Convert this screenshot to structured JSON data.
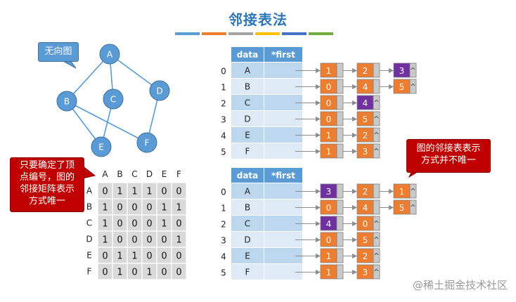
{
  "title": "邻接表法",
  "title_bar_colors": [
    "#5B9BD5",
    "#ED7D31",
    "#A5A5A5",
    "#FFC000",
    "#4472C4",
    "#70AD47"
  ],
  "colors": {
    "orange": "#ED7D31",
    "purple": "#7030A0",
    "blue": "#5B9BD5",
    "gray": "#C9C9C9",
    "header": "#5B9BD5",
    "row_light": "#DEEBF7",
    "red": "#C00000"
  },
  "callouts": {
    "undirected": "无向图",
    "unique": [
      "只要确定了顶",
      "点编号，图的",
      "邻接矩阵表示",
      "方式唯一"
    ],
    "not_unique": [
      "图的邻接表表示",
      "方式并不唯一"
    ]
  },
  "graph": {
    "nodes": [
      "A",
      "B",
      "C",
      "D",
      "E",
      "F"
    ],
    "edges": [
      [
        "A",
        "B"
      ],
      [
        "A",
        "C"
      ],
      [
        "A",
        "D"
      ],
      [
        "B",
        "E"
      ],
      [
        "B",
        "F"
      ],
      [
        "C",
        "E"
      ],
      [
        "D",
        "F"
      ]
    ]
  },
  "matrix": {
    "labels": [
      "A",
      "B",
      "C",
      "D",
      "E",
      "F"
    ],
    "rows": [
      [
        0,
        1,
        1,
        1,
        0,
        0
      ],
      [
        1,
        0,
        0,
        0,
        1,
        1
      ],
      [
        1,
        0,
        0,
        0,
        1,
        0
      ],
      [
        1,
        0,
        0,
        0,
        0,
        1
      ],
      [
        0,
        1,
        1,
        0,
        0,
        0
      ],
      [
        0,
        1,
        0,
        1,
        0,
        0
      ]
    ]
  },
  "adjacency_lists": [
    {
      "headers": [
        "data",
        "*first"
      ],
      "rows": [
        {
          "index": "0",
          "vertex": "A",
          "list": [
            {
              "v": "1",
              "c": "orange"
            },
            {
              "v": "2",
              "c": "orange"
            },
            {
              "v": "3",
              "c": "purple"
            }
          ]
        },
        {
          "index": "1",
          "vertex": "B",
          "list": [
            {
              "v": "0",
              "c": "orange"
            },
            {
              "v": "4",
              "c": "orange"
            },
            {
              "v": "5",
              "c": "orange"
            }
          ]
        },
        {
          "index": "2",
          "vertex": "C",
          "list": [
            {
              "v": "0",
              "c": "orange"
            },
            {
              "v": "4",
              "c": "purple"
            }
          ]
        },
        {
          "index": "3",
          "vertex": "D",
          "list": [
            {
              "v": "0",
              "c": "orange"
            },
            {
              "v": "5",
              "c": "orange"
            }
          ]
        },
        {
          "index": "4",
          "vertex": "E",
          "list": [
            {
              "v": "1",
              "c": "orange"
            },
            {
              "v": "2",
              "c": "orange"
            }
          ]
        },
        {
          "index": "5",
          "vertex": "F",
          "list": [
            {
              "v": "1",
              "c": "orange"
            },
            {
              "v": "3",
              "c": "orange"
            }
          ]
        }
      ]
    },
    {
      "headers": [
        "data",
        "*first"
      ],
      "rows": [
        {
          "index": "0",
          "vertex": "A",
          "list": [
            {
              "v": "3",
              "c": "purple"
            },
            {
              "v": "2",
              "c": "orange"
            },
            {
              "v": "1",
              "c": "orange"
            }
          ]
        },
        {
          "index": "1",
          "vertex": "B",
          "list": [
            {
              "v": "0",
              "c": "orange"
            },
            {
              "v": "4",
              "c": "orange"
            },
            {
              "v": "5",
              "c": "orange"
            }
          ]
        },
        {
          "index": "2",
          "vertex": "C",
          "list": [
            {
              "v": "4",
              "c": "purple"
            },
            {
              "v": "0",
              "c": "orange"
            }
          ]
        },
        {
          "index": "3",
          "vertex": "D",
          "list": [
            {
              "v": "0",
              "c": "orange"
            },
            {
              "v": "5",
              "c": "orange"
            }
          ]
        },
        {
          "index": "4",
          "vertex": "E",
          "list": [
            {
              "v": "1",
              "c": "orange"
            },
            {
              "v": "2",
              "c": "orange"
            }
          ]
        },
        {
          "index": "5",
          "vertex": "F",
          "list": [
            {
              "v": "1",
              "c": "orange"
            },
            {
              "v": "3",
              "c": "orange"
            }
          ]
        }
      ]
    }
  ],
  "null_marker": "^",
  "watermark": "@稀土掘金技术社区"
}
